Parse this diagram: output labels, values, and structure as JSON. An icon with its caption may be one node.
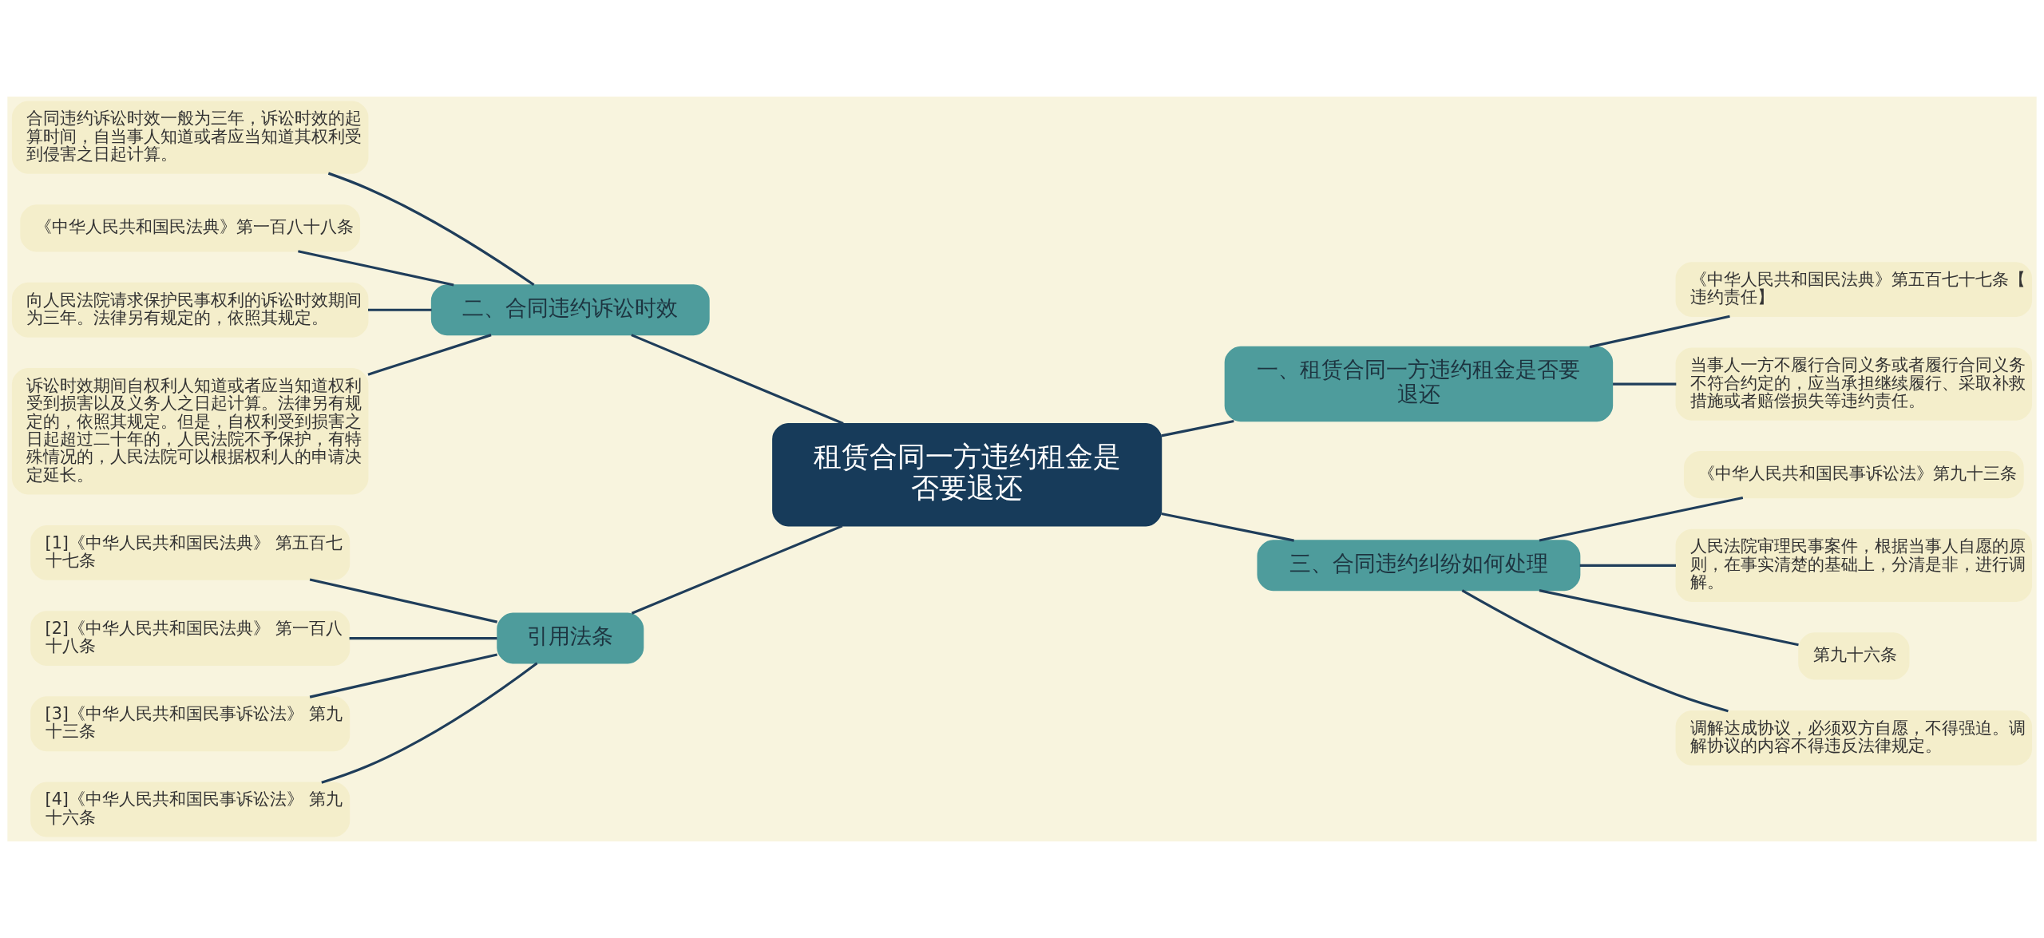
{
  "diagram": {
    "nodes": [
      {
        "text": [
          "租赁合同一方违约租金是否要退还"
        ]
      },
      {
        "text": [
          "二、合同违约诉讼时效"
        ]
      },
      {
        "text": [
          "合同违约诉讼时效一般为三年，诉讼时效的起算时间，自当事人知道或者应当知道其权利受到侵害之日起计算。"
        ]
      },
      {
        "text": [
          "《中华人民共和国民法典》第一百八十八条"
        ]
      },
      {
        "text": [
          "向人民法院请求保护民事权利的诉讼时效期间为三年。法律另有规定的，依照其规定。"
        ]
      },
      {
        "text": [
          "诉讼时效期间自权利人知道或者应当知道权利受到损害以及义务人之日起计算。法律另有规定的，依照其规定。但是，自权利受到损害之日起超过二十年的，人民法院不予保护，有特殊情况的，人民法院可以根据权利人的申请决定延长。"
        ]
      },
      {
        "text": [
          "引用法条"
        ]
      },
      {
        "text": [
          "[1]《中华人民共和国民法典》 第五百七十七条"
        ]
      },
      {
        "text": [
          "[2]《中华人民共和国民法典》 第一百八十八条"
        ]
      },
      {
        "text": [
          "[3]《中华人民共和国民事诉讼法》 第九十三条"
        ]
      },
      {
        "text": [
          "[4]《中华人民共和国民事诉讼法》 第九十六条"
        ]
      },
      {
        "text": [
          "一、租赁合同一方违约租金是否要退还"
        ]
      },
      {
        "text": [
          "《中华人民共和国民法典》第五百七十七条【违约责任】"
        ]
      },
      {
        "text": [
          "当事人一方不履行合同义务或者履行合同义务不符合约定的，应当承担继续履行、采取补救措施或者赔偿损失等违约责任。"
        ]
      },
      {
        "text": [
          "三、合同违约纠纷如何处理"
        ]
      },
      {
        "text": [
          "《中华人民共和国民事诉讼法》第九十三条"
        ]
      },
      {
        "text": [
          "人民法院审理民事案件，根据当事人自愿的原则，在事实清楚的基础上，分清是非，进行调解。"
        ]
      },
      {
        "text": [
          "第九十六条"
        ]
      },
      {
        "text": [
          "调解达成协议，必须双方自愿，不得强迫。调解协议的内容不得违反法律规定。"
        ]
      }
    ],
    "edges": [
      {
        "from": 0,
        "to": 1,
        "arrow": "none"
      },
      {
        "from": 1,
        "to": 2,
        "arrow": "none"
      },
      {
        "from": 1,
        "to": 3,
        "arrow": "none"
      },
      {
        "from": 1,
        "to": 4,
        "arrow": "none"
      },
      {
        "from": 1,
        "to": 5,
        "arrow": "none"
      },
      {
        "from": 0,
        "to": 6,
        "arrow": "none"
      },
      {
        "from": 6,
        "to": 7,
        "arrow": "none"
      },
      {
        "from": 6,
        "to": 8,
        "arrow": "none"
      },
      {
        "from": 6,
        "to": 9,
        "arrow": "none"
      },
      {
        "from": 6,
        "to": 10,
        "arrow": "none"
      },
      {
        "from": 0,
        "to": 11,
        "arrow": "none"
      },
      {
        "from": 11,
        "to": 12,
        "arrow": "none"
      },
      {
        "from": 11,
        "to": 13,
        "arrow": "none"
      },
      {
        "from": 0,
        "to": 14,
        "arrow": "none"
      },
      {
        "from": 14,
        "to": 15,
        "arrow": "none"
      },
      {
        "from": 14,
        "to": 16,
        "arrow": "none"
      },
      {
        "from": 14,
        "to": 17,
        "arrow": "none"
      },
      {
        "from": 14,
        "to": 18,
        "arrow": "none"
      }
    ]
  }
}
